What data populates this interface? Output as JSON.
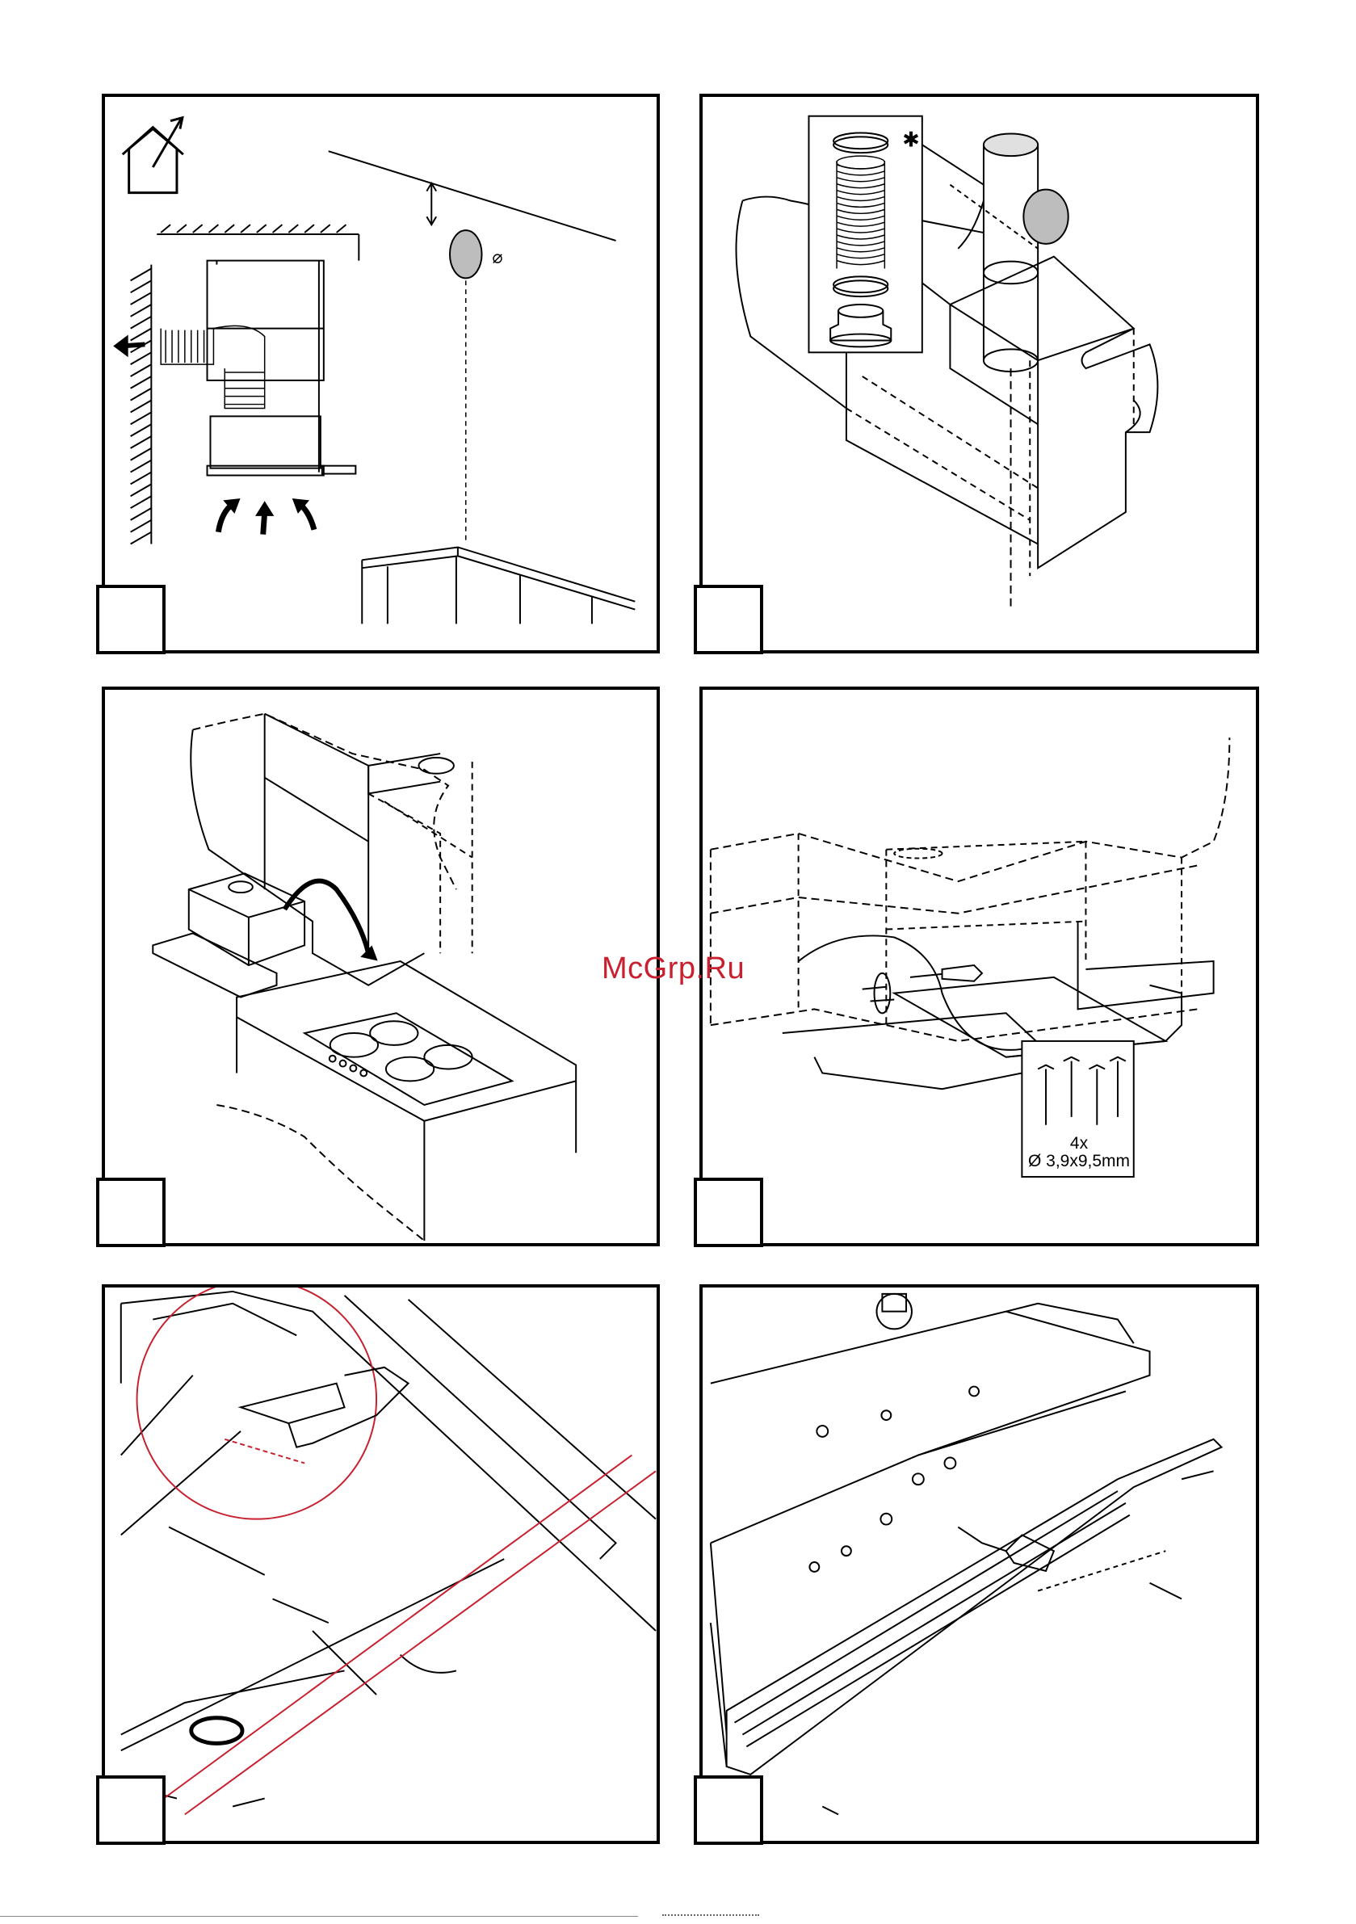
{
  "watermark": "McGrp.Ru",
  "panel1": {
    "diameter_symbol": "⌀"
  },
  "panel2": {
    "optional_mark": "✱"
  },
  "panel4": {
    "screw_count": "4x",
    "screw_size": "Ø 3,9x9,5mm"
  },
  "colors": {
    "accent_red": "#c8202f",
    "line": "#000000",
    "fill_grey": "#bdbdbd"
  },
  "icons": [
    "house-vent-icon",
    "airflow-arrow-icon",
    "screwdriver-icon",
    "rotate-arrow-icon",
    "knife-icon"
  ]
}
